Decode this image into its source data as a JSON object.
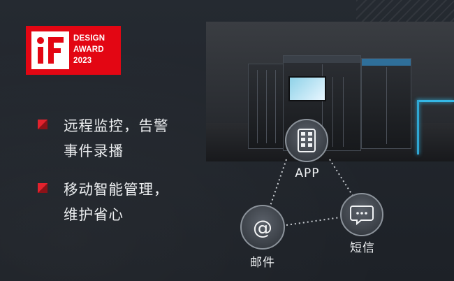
{
  "badge": {
    "line1": "DESIGN",
    "line2": "AWARD",
    "line3": "2023"
  },
  "features": [
    {
      "line1": "远程监控，告警",
      "line2": "事件录播"
    },
    {
      "line1": "移动智能管理，",
      "line2": "维护省心"
    }
  ],
  "nodes": {
    "app": "APP",
    "email": "邮件",
    "sms": "短信"
  },
  "colors": {
    "background": "#20252c",
    "badge_red": "#e30613",
    "bullet_red": "#e3222d",
    "accent_blue": "#35b8e6"
  },
  "icons": {
    "app": "app-grid-icon",
    "email": "at-sign-icon",
    "sms": "chat-bubble-icon"
  }
}
